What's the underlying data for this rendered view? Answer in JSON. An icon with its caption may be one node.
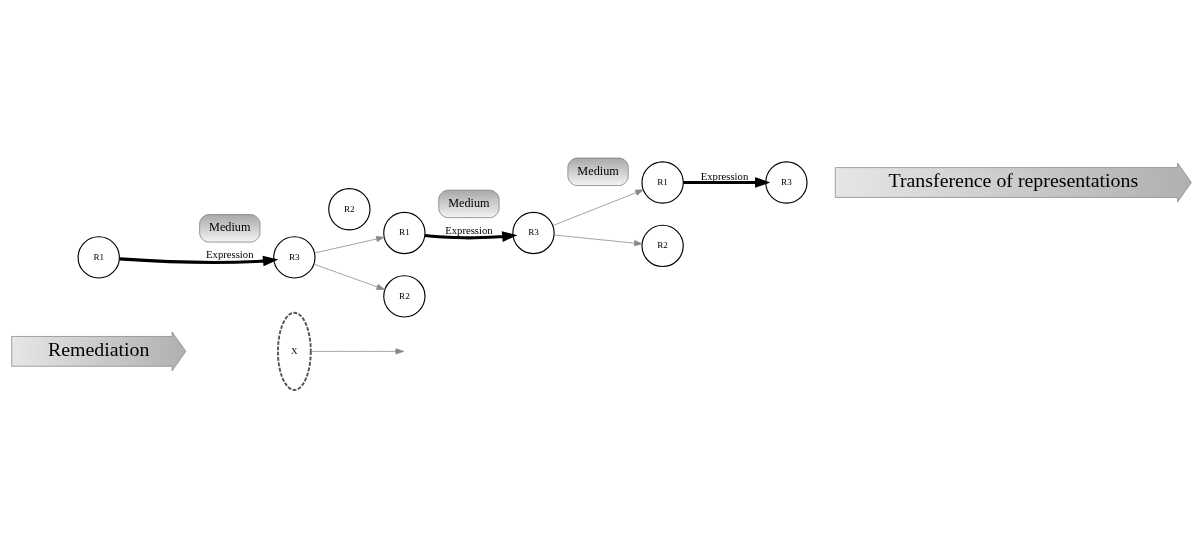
{
  "diagram": {
    "nodes": [
      {
        "text": [
          "Remediation"
        ]
      },
      {
        "text": [
          "X"
        ]
      },
      {
        "text": [
          "R1"
        ]
      },
      {
        "text": [
          "Medium"
        ]
      },
      {
        "text": [
          "R2"
        ]
      },
      {
        "text": [
          "R3"
        ]
      },
      {
        "text": [
          "R1"
        ]
      },
      {
        "text": [
          "Medium"
        ]
      },
      {
        "text": [
          "R2"
        ]
      },
      {
        "text": [
          "R3"
        ]
      },
      {
        "text": [
          "R1"
        ]
      },
      {
        "text": [
          "Medium"
        ]
      },
      {
        "text": [
          "R2"
        ]
      },
      {
        "text": [
          "R3"
        ]
      },
      {
        "text": [
          "Transference of representations"
        ]
      }
    ],
    "edges": [
      {
        "from": 1,
        "to": null,
        "arrow": "to"
      },
      {
        "from": 2,
        "to": 5,
        "arrow": "to",
        "label": "Expression",
        "style": "thick",
        "color": "#000000"
      },
      {
        "from": 5,
        "to": 6,
        "arrow": "to"
      },
      {
        "from": 5,
        "to": 8,
        "arrow": "to"
      },
      {
        "from": 6,
        "to": 9,
        "arrow": "to",
        "label": "Expression",
        "style": "thick",
        "color": "#000000"
      },
      {
        "from": 9,
        "to": 10,
        "arrow": "to"
      },
      {
        "from": 9,
        "to": 12,
        "arrow": "to"
      },
      {
        "from": 10,
        "to": 13,
        "arrow": "to",
        "label": "Expression",
        "style": "thick",
        "color": "#000000"
      }
    ]
  }
}
